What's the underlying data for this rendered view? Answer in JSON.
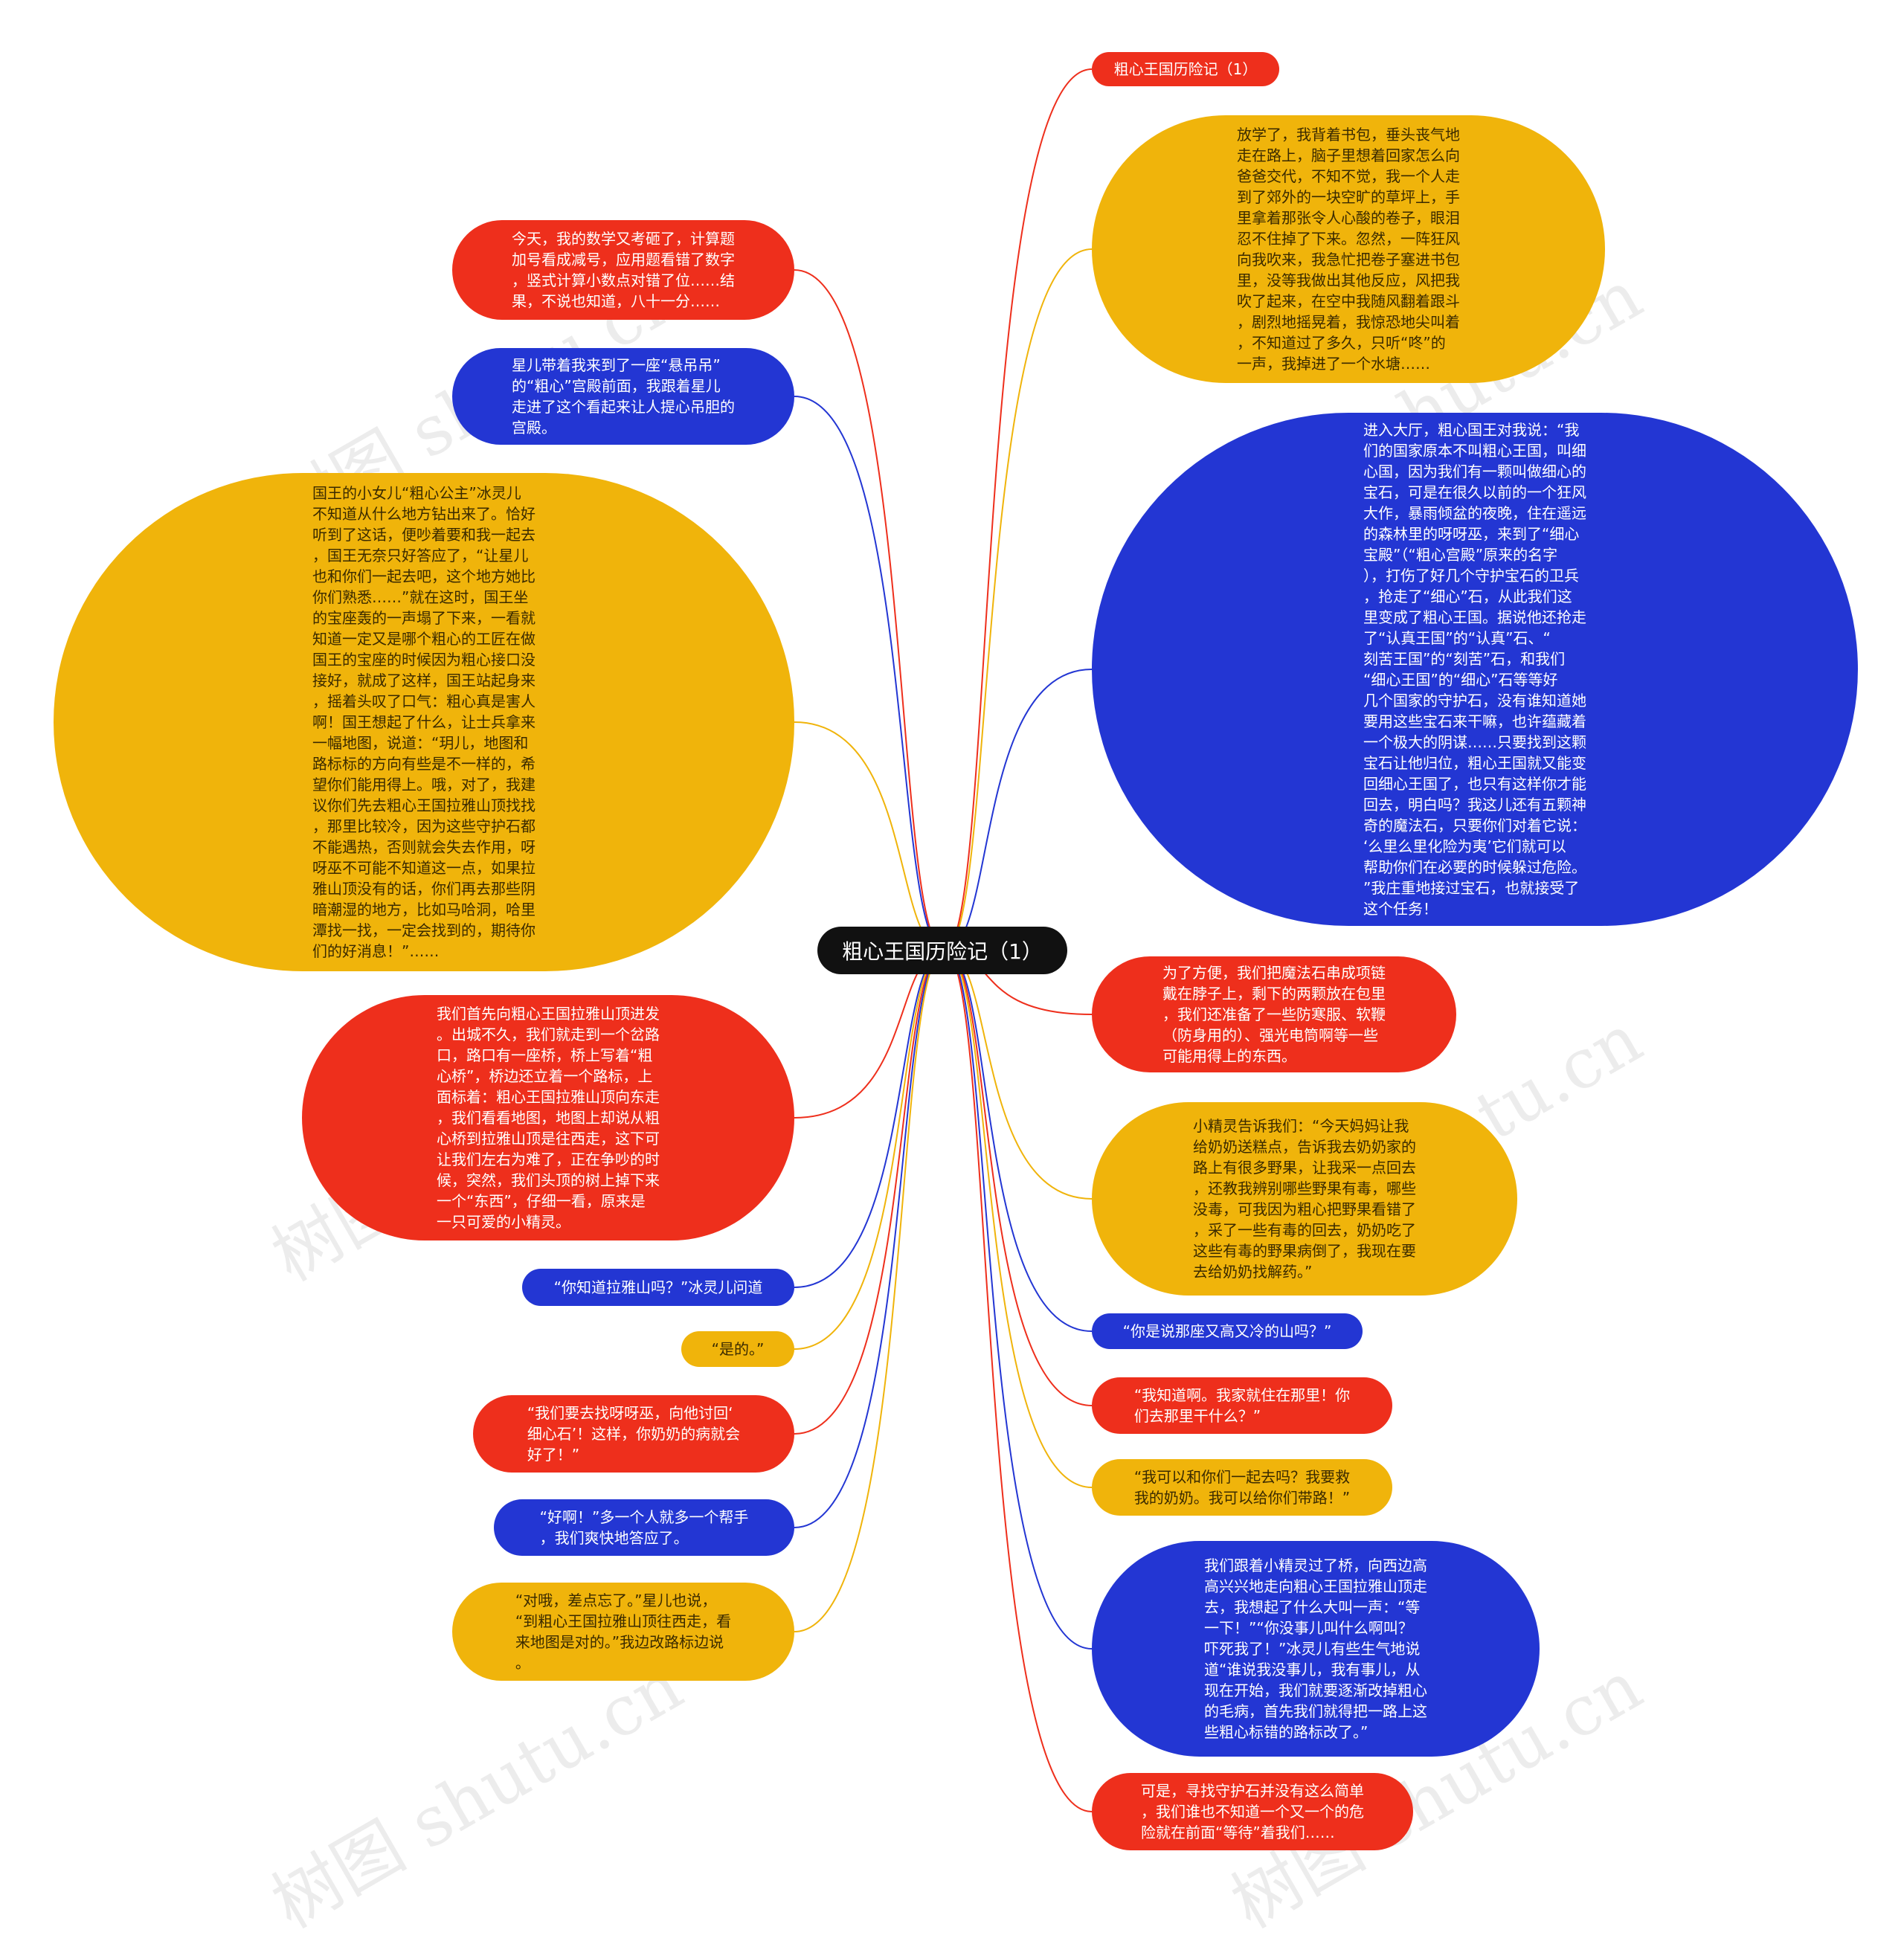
{
  "root": {
    "label": "粗心王国历险记（1）"
  },
  "colors": {
    "red": "#ee2f1c",
    "blue": "#2336d3",
    "yellow": "#f0b40b",
    "root": "#111111"
  },
  "watermark": "树图 shutu.cn",
  "nodes": [
    {
      "id": "r1",
      "side": "right",
      "color": "red",
      "text": "粗心王国历险记（1）"
    },
    {
      "id": "r2",
      "side": "right",
      "color": "yellow",
      "text": "放学了，我背着书包，垂头丧气地\n走在路上，脑子里想着回家怎么向\n爸爸交代，不知不觉，我一个人走\n到了郊外的一块空旷的草坪上，手\n里拿着那张令人心酸的卷子，眼泪\n忍不住掉了下来。忽然，一阵狂风\n向我吹来，我急忙把卷子塞进书包\n里，没等我做出其他反应，风把我\n吹了起来，在空中我随风翻着跟斗\n，剧烈地摇晃着，我惊恐地尖叫着\n，不知道过了多久，只听“咚”的\n一声，我掉进了一个水塘……"
    },
    {
      "id": "r3",
      "side": "right",
      "color": "blue",
      "text": "进入大厅，粗心国王对我说：“我\n们的国家原本不叫粗心王国，叫细\n心国，因为我们有一颗叫做细心的\n宝石，可是在很久以前的一个狂风\n大作，暴雨倾盆的夜晚，住在遥远\n的森林里的呀呀巫，来到了“细心\n宝殿”（“粗心宫殿”原来的名字\n），打伤了好几个守护宝石的卫兵\n，抢走了“细心”石，从此我们这\n里变成了粗心王国。据说他还抢走\n了“认真王国”的“认真”石、“\n刻苦王国”的“刻苦”石，和我们\n“细心王国”的“细心”石等等好\n几个国家的守护石，没有谁知道她\n要用这些宝石来干嘛，也许蕴藏着\n一个极大的阴谋……只要找到这颗\n宝石让他归位，粗心王国就又能变\n回细心王国了，也只有这样你才能\n回去，明白吗？我这儿还有五颗神\n奇的魔法石，只要你们对着它说：\n‘么里么里化险为夷’它们就可以\n帮助你们在必要的时候躲过危险。\n”我庄重地接过宝石，也就接受了\n这个任务！"
    },
    {
      "id": "r4",
      "side": "right",
      "color": "red",
      "text": "为了方便，我们把魔法石串成项链\n戴在脖子上，剩下的两颗放在包里\n，我们还准备了一些防寒服、软鞭\n（防身用的）、强光电筒啊等一些\n可能用得上的东西。"
    },
    {
      "id": "r5",
      "side": "right",
      "color": "yellow",
      "text": "小精灵告诉我们：“今天妈妈让我\n给奶奶送糕点，告诉我去奶奶家的\n路上有很多野果，让我采一点回去\n，还教我辨别哪些野果有毒，哪些\n没毒，可我因为粗心把野果看错了\n，采了一些有毒的回去，奶奶吃了\n这些有毒的野果病倒了，我现在要\n去给奶奶找解药。”"
    },
    {
      "id": "r6",
      "side": "right",
      "color": "blue",
      "text": "“你是说那座又高又冷的山吗？”"
    },
    {
      "id": "r7",
      "side": "right",
      "color": "red",
      "text": "“我知道啊。我家就住在那里！你\n们去那里干什么？”"
    },
    {
      "id": "r8",
      "side": "right",
      "color": "yellow",
      "text": "“我可以和你们一起去吗？我要救\n我的奶奶。我可以给你们带路！”"
    },
    {
      "id": "r9",
      "side": "right",
      "color": "blue",
      "text": "我们跟着小精灵过了桥，向西边高\n高兴兴地走向粗心王国拉雅山顶走\n去，我想起了什么大叫一声：“等\n一下！”“你没事儿叫什么啊叫？\n吓死我了！”冰灵儿有些生气地说\n道“谁说我没事儿，我有事儿，从\n现在开始，我们就要逐渐改掉粗心\n的毛病，首先我们就得把一路上这\n些粗心标错的路标改了。”"
    },
    {
      "id": "r10",
      "side": "right",
      "color": "red",
      "text": "可是，寻找守护石并没有这么简单\n，我们谁也不知道一个又一个的危\n险就在前面“等待”着我们……"
    },
    {
      "id": "l1",
      "side": "left",
      "color": "red",
      "text": "今天，我的数学又考砸了，计算题\n加号看成减号，应用题看错了数字\n，竖式计算小数点对错了位……结\n果，不说也知道，八十一分……"
    },
    {
      "id": "l2",
      "side": "left",
      "color": "blue",
      "text": "星儿带着我来到了一座“悬吊吊”\n的“粗心”宫殿前面，我跟着星儿\n走进了这个看起来让人提心吊胆的\n宫殿。"
    },
    {
      "id": "l3",
      "side": "left",
      "color": "yellow",
      "text": "国王的小女儿“粗心公主”冰灵儿\n不知道从什么地方钻出来了。恰好\n听到了这话，便吵着要和我一起去\n，国王无奈只好答应了，“让星儿\n也和你们一起去吧，这个地方她比\n你们熟悉……”就在这时，国王坐\n的宝座轰的一声塌了下来，一看就\n知道一定又是哪个粗心的工匠在做\n国王的宝座的时候因为粗心接口没\n接好，就成了这样，国王站起身来\n，摇着头叹了口气：粗心真是害人\n啊！国王想起了什么，让士兵拿来\n一幅地图，说道：“玥儿，地图和\n路标标的方向有些是不一样的，希\n望你们能用得上。哦，对了，我建\n议你们先去粗心王国拉雅山顶找找\n，那里比较冷，因为这些守护石都\n不能遇热，否则就会失去作用，呀\n呀巫不可能不知道这一点，如果拉\n雅山顶没有的话，你们再去那些阴\n暗潮湿的地方，比如马哈洞，哈里\n潭找一找，一定会找到的，期待你\n们的好消息！”……"
    },
    {
      "id": "l4",
      "side": "left",
      "color": "red",
      "text": "我们首先向粗心王国拉雅山顶进发\n。出城不久，我们就走到一个岔路\n口，路口有一座桥，桥上写着“粗\n心桥”，桥边还立着一个路标，上\n面标着：粗心王国拉雅山顶向东走\n，我们看看地图，地图上却说从粗\n心桥到拉雅山顶是往西走，这下可\n让我们左右为难了，正在争吵的时\n候，突然，我们头顶的树上掉下来\n一个“东西”，仔细一看，原来是\n一只可爱的小精灵。"
    },
    {
      "id": "l5",
      "side": "left",
      "color": "blue",
      "text": "“你知道拉雅山吗？”冰灵儿问道"
    },
    {
      "id": "l6",
      "side": "left",
      "color": "yellow",
      "text": "“是的。”"
    },
    {
      "id": "l7",
      "side": "left",
      "color": "red",
      "text": "“我们要去找呀呀巫，向他讨回‘\n细心石’！这样，你奶奶的病就会\n好了！”"
    },
    {
      "id": "l8",
      "side": "left",
      "color": "blue",
      "text": "“好啊！”多一个人就多一个帮手\n，我们爽快地答应了。"
    },
    {
      "id": "l9",
      "side": "left",
      "color": "yellow",
      "text": "“对哦，差点忘了。”星儿也说，\n“到粗心王国拉雅山顶往西走，看\n来地图是对的。”我边改路标边说\n。"
    }
  ]
}
